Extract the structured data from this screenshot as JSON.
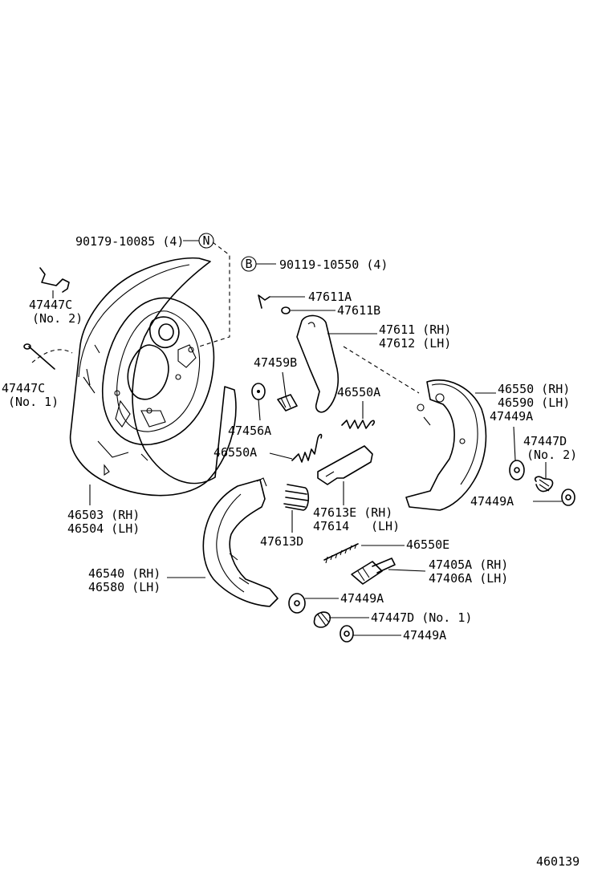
{
  "diagram": {
    "footer_code": "460139",
    "symbols": {
      "n": "N",
      "b": "B"
    },
    "labels": {
      "p90179": "90179-10085 (4)",
      "p90119": "90119-10550 (4)",
      "p47447c2_a": "47447C",
      "p47447c2_b": "(No. 2)",
      "p47447c1_a": "47447C",
      "p47447c1_b": "(No. 1)",
      "p47611a": "47611A",
      "p47611b": "47611B",
      "p47611_a": "47611 (RH)",
      "p47611_b": "47612 (LH)",
      "p47459b": "47459B",
      "p46550a_1": "46550A",
      "p47456a": "47456A",
      "p46550_a": "46550 (RH)",
      "p46550_b": "46590 (LH)",
      "p47449a_1": "47449A",
      "p47447d2_a": "47447D",
      "p47447d2_b": "(No. 2)",
      "p46550a_2": "46550A",
      "p47449a_2": "47449A",
      "p46503_a": "46503 (RH)",
      "p46503_b": "46504 (LH)",
      "p47613e_a": "47613E (RH)",
      "p47613e_b": "47614",
      "p47613e_c": "(LH)",
      "p47613d": "47613D",
      "p46550e": "46550E",
      "p46540_a": "46540 (RH)",
      "p46540_b": "46580 (LH)",
      "p47405a_a": "47405A (RH)",
      "p47405a_b": "47406A (LH)",
      "p47449a_3": "47449A",
      "p47447d1": "47447D (No. 1)",
      "p47449a_4": "47449A"
    }
  }
}
